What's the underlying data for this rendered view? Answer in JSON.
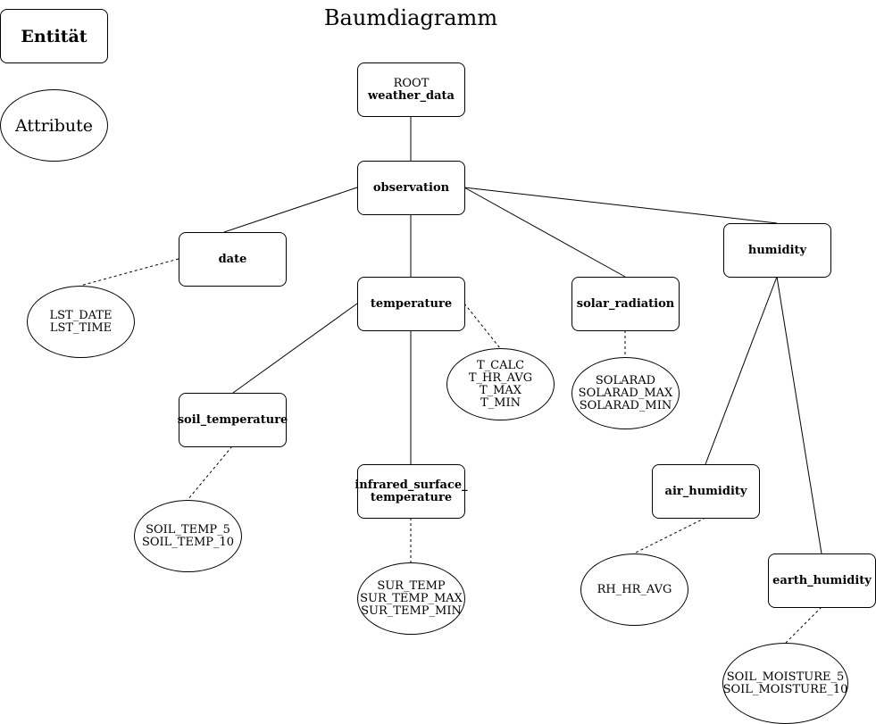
{
  "title": "Baumdiagramm",
  "legend": {
    "entity": "Entität",
    "attribute": "Attribute"
  },
  "nodes": {
    "root": {
      "prefix": "ROOT",
      "name": "weather_data"
    },
    "observation": {
      "name": "observation"
    },
    "date": {
      "name": "date"
    },
    "temperature": {
      "name": "temperature"
    },
    "solar_radiation": {
      "name": "solar_radiation"
    },
    "humidity": {
      "name": "humidity"
    },
    "soil_temperature": {
      "name": "soil_temperature"
    },
    "infrared_surface_temperature": {
      "line1": "infrared_surface_",
      "line2": "temperature"
    },
    "air_humidity": {
      "name": "air_humidity"
    },
    "earth_humidity": {
      "name": "earth_humidity"
    }
  },
  "attributes": {
    "date": [
      "LST_DATE",
      "LST_TIME"
    ],
    "temperature": [
      "T_CALC",
      "T_HR_AVG",
      "T_MAX",
      "T_MIN"
    ],
    "solar_radiation": [
      "SOLARAD",
      "SOLARAD_MAX",
      "SOLARAD_MIN"
    ],
    "soil_temperature": [
      "SOIL_TEMP_5",
      "SOIL_TEMP_10"
    ],
    "infrared_surface_temperature": [
      "SUR_TEMP",
      "SUR_TEMP_MAX",
      "SUR_TEMP_MIN"
    ],
    "air_humidity": [
      "RH_HR_AVG"
    ],
    "earth_humidity": [
      "SOIL_MOISTURE_5",
      "SOIL_MOISTURE_10"
    ]
  }
}
